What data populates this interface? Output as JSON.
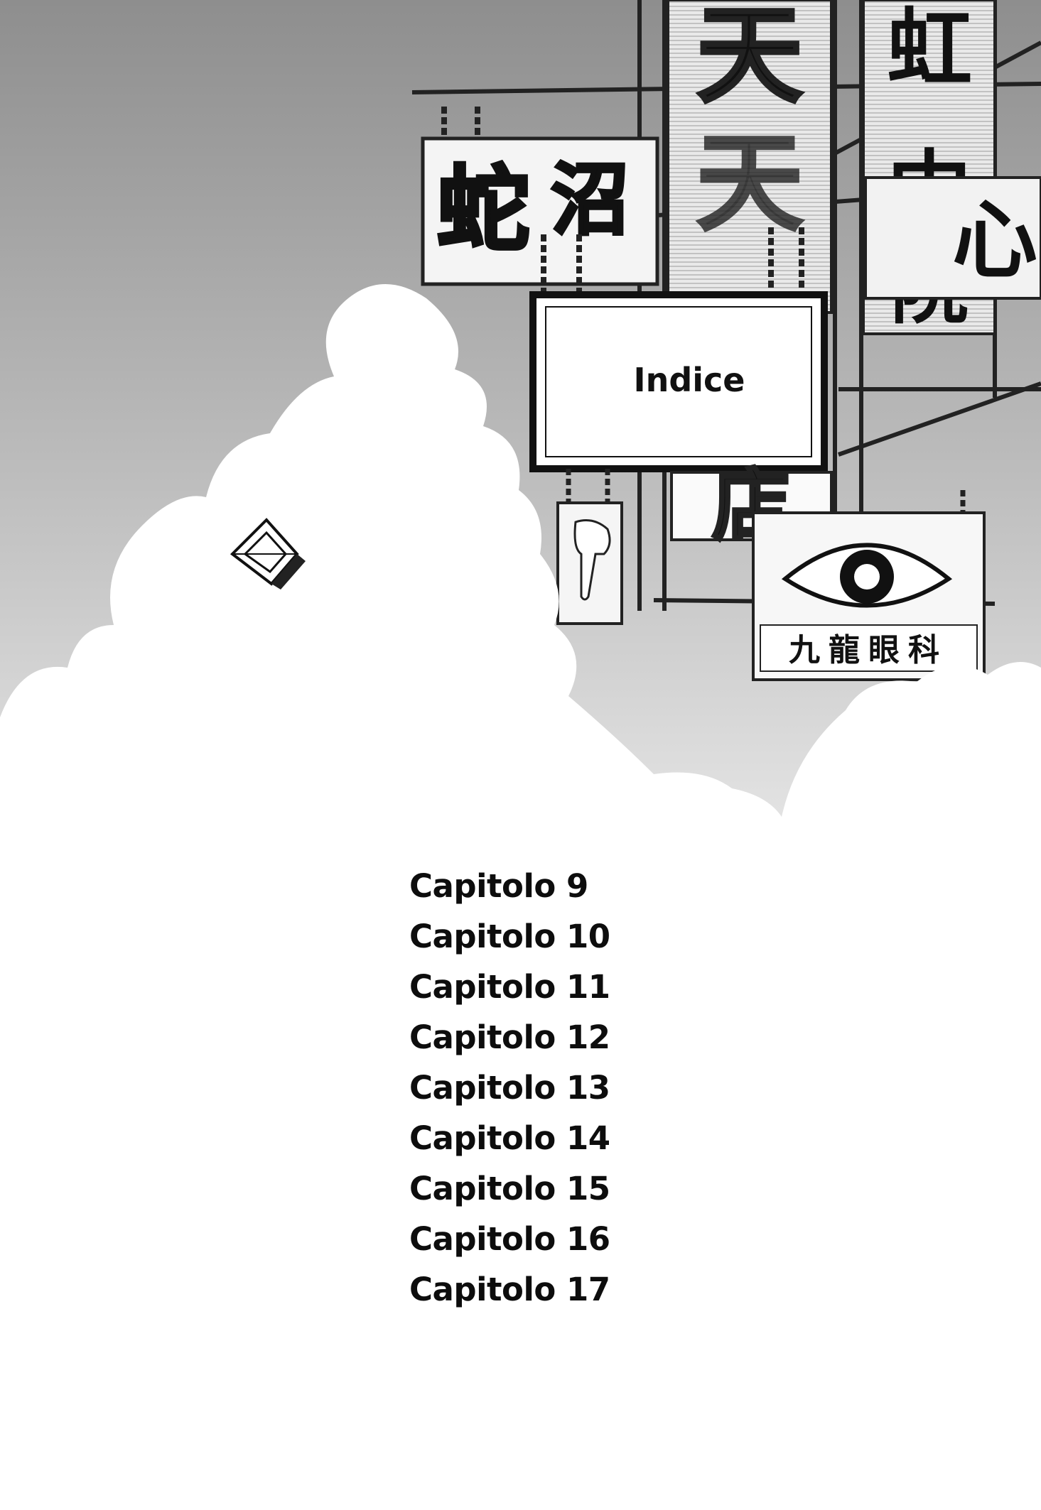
{
  "page": {
    "index_title": "Indice",
    "sign_glyphs": [
      "天",
      "虹",
      "蛇",
      "沼",
      "中",
      "心",
      "店",
      "院"
    ],
    "eye_sign_text": "九龍眼科",
    "chapters": [
      "Capitolo 9",
      "Capitolo 10",
      "Capitolo 11",
      "Capitolo 12",
      "Capitolo 13",
      "Capitolo 14",
      "Capitolo 15",
      "Capitolo 16",
      "Capitolo 17"
    ]
  },
  "colors": {
    "sky_top": "#8e8e8e",
    "sky_bottom": "#e6e6e6",
    "ink": "#111111",
    "paper": "#ffffff"
  }
}
